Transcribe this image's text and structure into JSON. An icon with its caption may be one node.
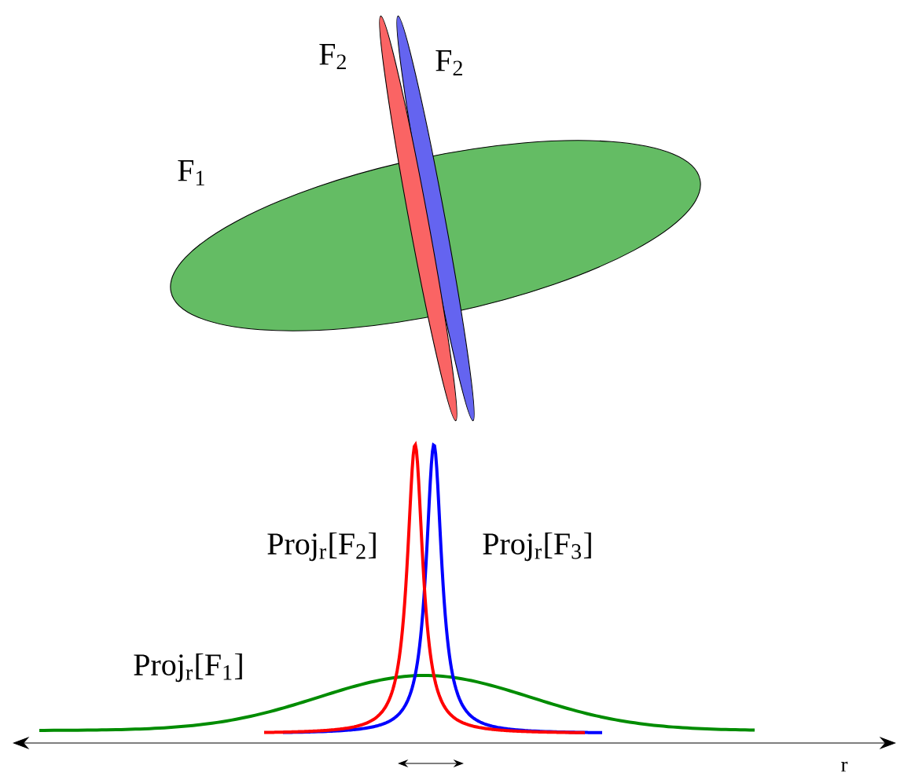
{
  "diagram": {
    "labels": [
      "F$_{2}$",
      "F$_{2}$",
      "F$_{1}$",
      "Proj$_{r}$[F$_{2}$]",
      "Proj$_{r}$[F$_{3}$]",
      "Proj$_{r}$[F$_{1}$]",
      "r"
    ]
  }
}
